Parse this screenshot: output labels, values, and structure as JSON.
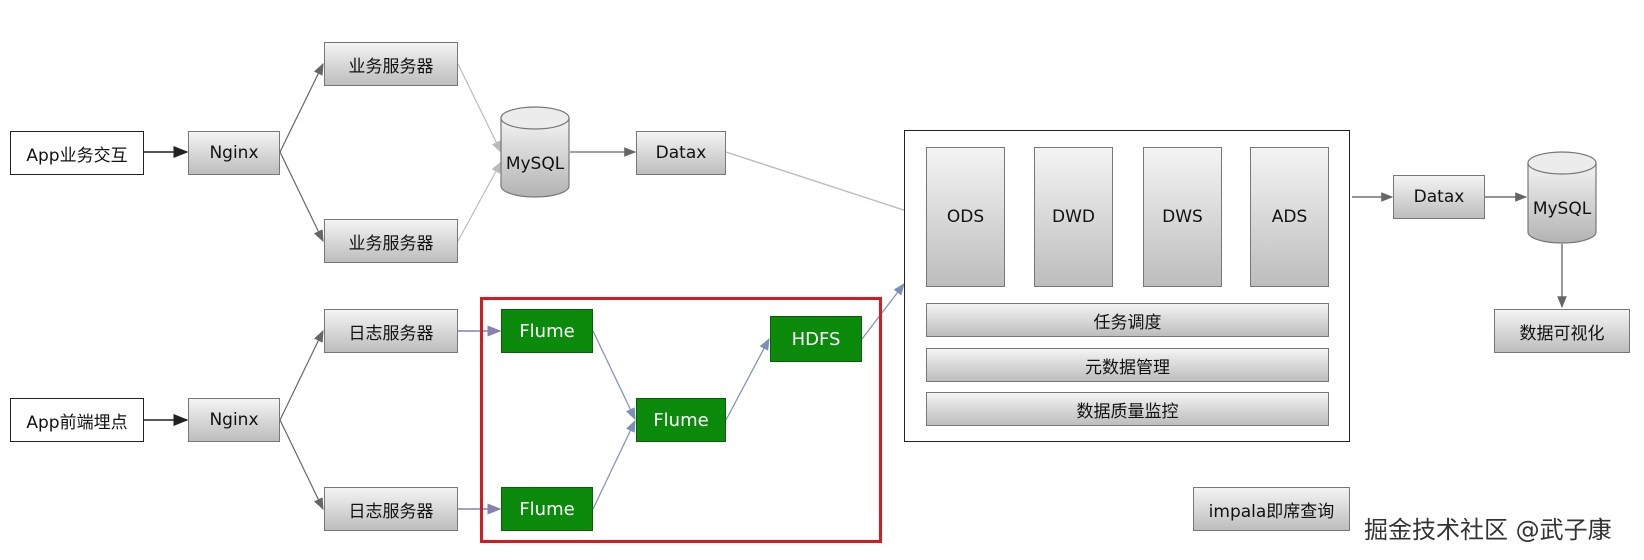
{
  "nodes": {
    "app_biz": "App业务交互",
    "app_track": "App前端埋点",
    "nginx_top": "Nginx",
    "nginx_bottom": "Nginx",
    "biz_server_1": "业务服务器",
    "biz_server_2": "业务服务器",
    "log_server_1": "日志服务器",
    "log_server_2": "日志服务器",
    "mysql_source": "MySQL",
    "datax_in": "Datax",
    "flume_top": "Flume",
    "flume_mid": "Flume",
    "flume_bottom": "Flume",
    "hdfs": "HDFS",
    "datax_out": "Datax",
    "mysql_target": "MySQL",
    "visualization": "数据可视化",
    "impala": "impala即席查询"
  },
  "warehouse": {
    "layers": [
      "ODS",
      "DWD",
      "DWS",
      "ADS"
    ],
    "services": [
      "任务调度",
      "元数据管理",
      "数据质量监控"
    ]
  },
  "watermark": "掘金技术社区 @武子康",
  "colors": {
    "highlight_border": "#d61a1f",
    "flume_green": "#0b8a0b",
    "arrow_dark": "#333333",
    "arrow_light": "#bbbbbb",
    "arrow_purple": "#8a7fb0",
    "arrow_blue": "#7d8fb5"
  }
}
